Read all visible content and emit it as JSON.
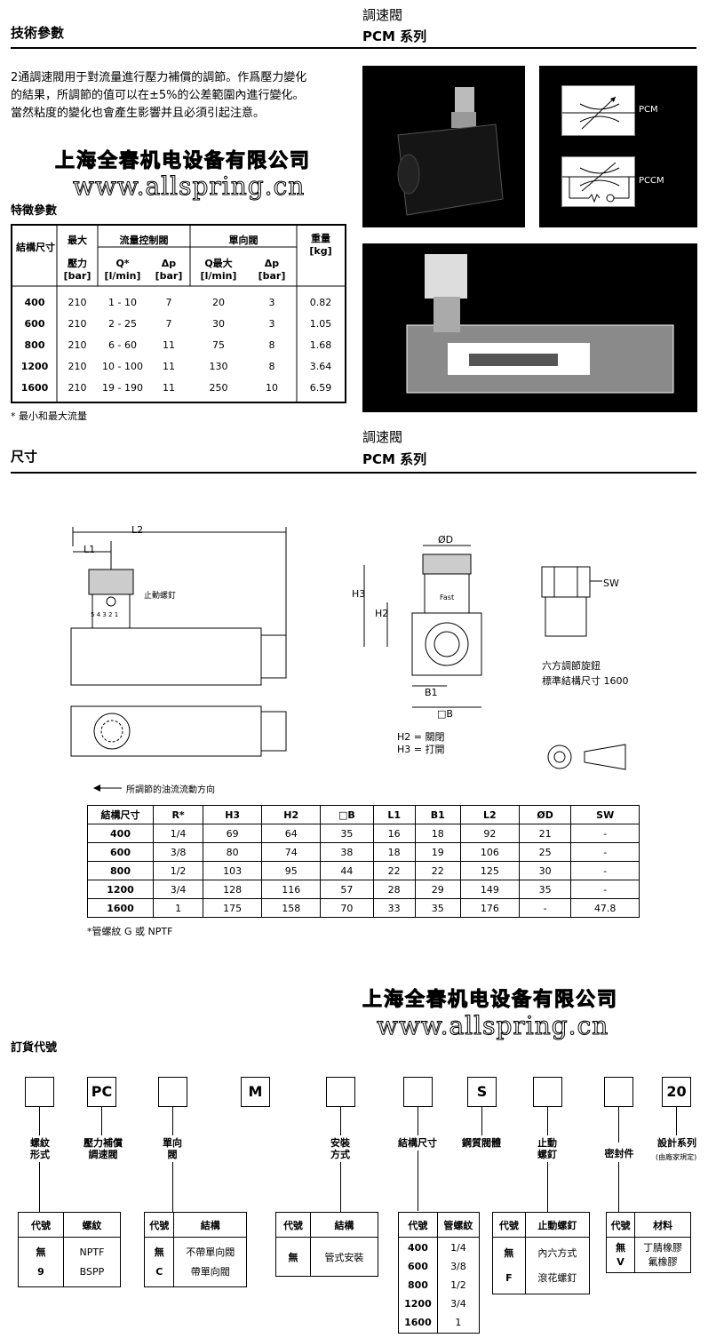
{
  "header1": {
    "left": "技術參數",
    "right_line1": "調速閥",
    "right_line2": "PCM 系列"
  },
  "intro_lines": [
    "2通調速閥用于對流量進行壓力補償的調節。作爲壓力變化",
    "的結果，所調節的值可以在±5%的公差範圍內進行變化。",
    "當然粘度的變化也會產生影響并且必須引起注意。"
  ],
  "watermark": {
    "company": "上海全春机电设备有限公司",
    "url": "www.allspring.cn"
  },
  "features_title": "特徵參數",
  "spec_table": {
    "col_size": "結構尺寸",
    "col_max": "最大",
    "col_flow": "流量控制閥",
    "col_check": "單向閥",
    "col_weight": "重量",
    "weight_unit": "[kg]",
    "sub": [
      "壓力",
      "[bar]",
      "Q*",
      "[l/min]",
      "Δp",
      "[bar]",
      "Q最大",
      "[l/min]",
      "Δp",
      "[bar]"
    ],
    "rows": [
      [
        "400",
        "210",
        "1 - 10",
        "7",
        "20",
        "3",
        "0.82"
      ],
      [
        "600",
        "210",
        "2 - 25",
        "7",
        "30",
        "3",
        "1.05"
      ],
      [
        "800",
        "210",
        "6 - 60",
        "11",
        "75",
        "8",
        "1.68"
      ],
      [
        "1200",
        "210",
        "10 - 100",
        "11",
        "130",
        "8",
        "3.64"
      ],
      [
        "1600",
        "210",
        "19 - 190",
        "11",
        "250",
        "10",
        "6.59"
      ]
    ],
    "footnote": "* 最小和最大流量"
  },
  "symbols": {
    "pcm": "PCM",
    "pccm": "PCCM"
  },
  "header2": {
    "left": "尺寸",
    "right_line1": "調速閥",
    "right_line2": "PCM 系列"
  },
  "drawing": {
    "L1": "L1",
    "L2": "L2",
    "stop_screw": "止動螺釘",
    "flow_dir": "所調節的油流流動方向",
    "D": "ØD",
    "H3": "H3",
    "H2": "H2",
    "B1": "B1",
    "B": "□B",
    "fast": "Fast",
    "h2_note": "H2 = 關閉",
    "h3_note": "H3 = 打開",
    "SW": "SW",
    "hex_note1": "六方調節旋鈕",
    "hex_note2": "標準結構尺寸 1600",
    "scale": "5 4 3 2 1"
  },
  "dim_table": {
    "headers": [
      "結構尺寸",
      "R*",
      "H3",
      "H2",
      "□B",
      "L1",
      "B1",
      "L2",
      "ØD",
      "SW"
    ],
    "rows": [
      [
        "400",
        "1/4",
        "69",
        "64",
        "35",
        "16",
        "18",
        "92",
        "21",
        "-"
      ],
      [
        "600",
        "3/8",
        "80",
        "74",
        "38",
        "18",
        "19",
        "106",
        "25",
        "-"
      ],
      [
        "800",
        "1/2",
        "103",
        "95",
        "44",
        "22",
        "22",
        "125",
        "30",
        "-"
      ],
      [
        "1200",
        "3/4",
        "128",
        "116",
        "57",
        "28",
        "29",
        "149",
        "35",
        "-"
      ],
      [
        "1600",
        "1",
        "175",
        "158",
        "70",
        "33",
        "35",
        "176",
        "-",
        "47.8"
      ]
    ],
    "footnote": "*管螺紋 G 或 NPTF"
  },
  "order": {
    "title": "訂貨代號",
    "boxes": [
      "",
      "PC",
      "",
      "M",
      "",
      "",
      "S",
      "",
      "",
      "20"
    ],
    "labels": {
      "thread": "螺紋\n形式",
      "pc": "壓力補償\n調速閥",
      "check": "單向\n閥",
      "mount": "安裝\n方式",
      "size": "結構尺寸",
      "steel": "鋼質閥體",
      "stop": "止動\n螺釘",
      "seal": "密封件",
      "series": "設計系列",
      "series_note": "(由廠家規定)"
    },
    "t_thread": {
      "h": [
        "代號",
        "螺紋"
      ],
      "r": [
        [
          "無",
          "NPTF"
        ],
        [
          "9",
          "BSPP"
        ]
      ]
    },
    "t_check": {
      "h": [
        "代號",
        "結構"
      ],
      "r": [
        [
          "無",
          "不帶單向閥"
        ],
        [
          "C",
          "帶單向閥"
        ]
      ]
    },
    "t_mount": {
      "h": [
        "代號",
        "結構"
      ],
      "r": [
        [
          "無",
          "管式安裝"
        ]
      ]
    },
    "t_size": {
      "h": [
        "代號",
        "管螺紋"
      ],
      "r": [
        [
          "400",
          "1/4"
        ],
        [
          "600",
          "3/8"
        ],
        [
          "800",
          "1/2"
        ],
        [
          "1200",
          "3/4"
        ],
        [
          "1600",
          "1"
        ]
      ]
    },
    "t_stop": {
      "h": [
        "代號",
        "止動螺釘"
      ],
      "r": [
        [
          "無",
          "內六方式"
        ],
        [
          "F",
          "滾花螺釘"
        ]
      ]
    },
    "t_seal": {
      "h": [
        "代號",
        "材料"
      ],
      "r": [
        [
          "無",
          "丁腈橡膠"
        ],
        [
          "V",
          "氟橡膠"
        ]
      ]
    }
  }
}
